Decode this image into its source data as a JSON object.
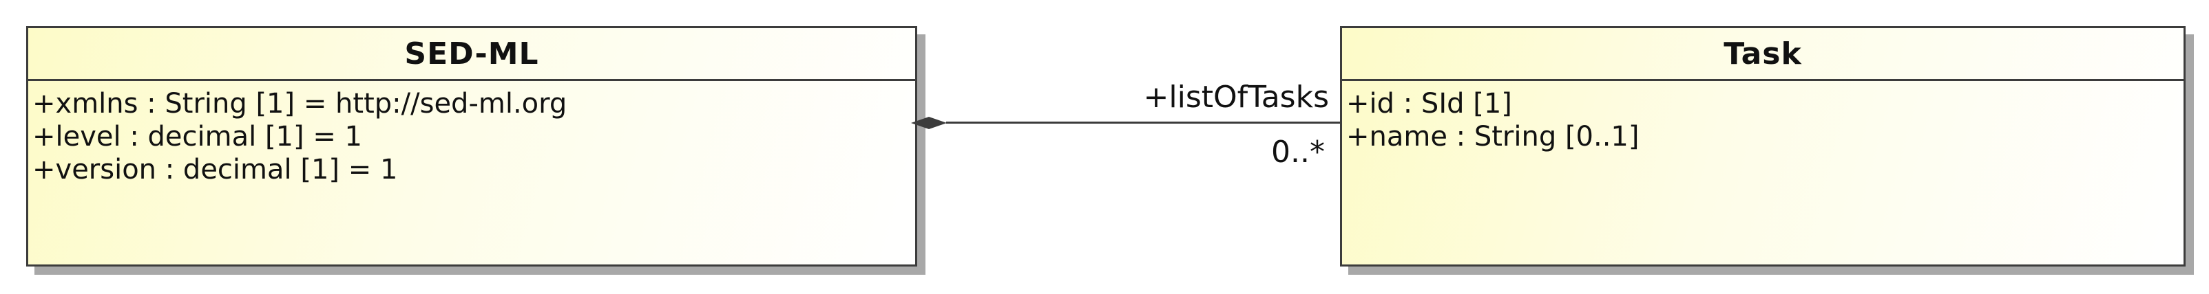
{
  "classes": {
    "sedml": {
      "name": "SED-ML",
      "attributes": [
        "+xmlns : String [1] = http://sed-ml.org",
        "+level : decimal [1] = 1",
        "+version : decimal [1] = 1"
      ]
    },
    "task": {
      "name": "Task",
      "attributes": [
        "+id : SId [1]",
        "+name : String [0..1]"
      ]
    }
  },
  "association": {
    "type": "composition",
    "role": "+listOfTasks",
    "multiplicity": "0..*"
  },
  "colors": {
    "border": "#3c3c3c",
    "fill_start": "#fdfbc8",
    "fill_end": "#ffffff",
    "shadow": "#a8a8a8"
  }
}
